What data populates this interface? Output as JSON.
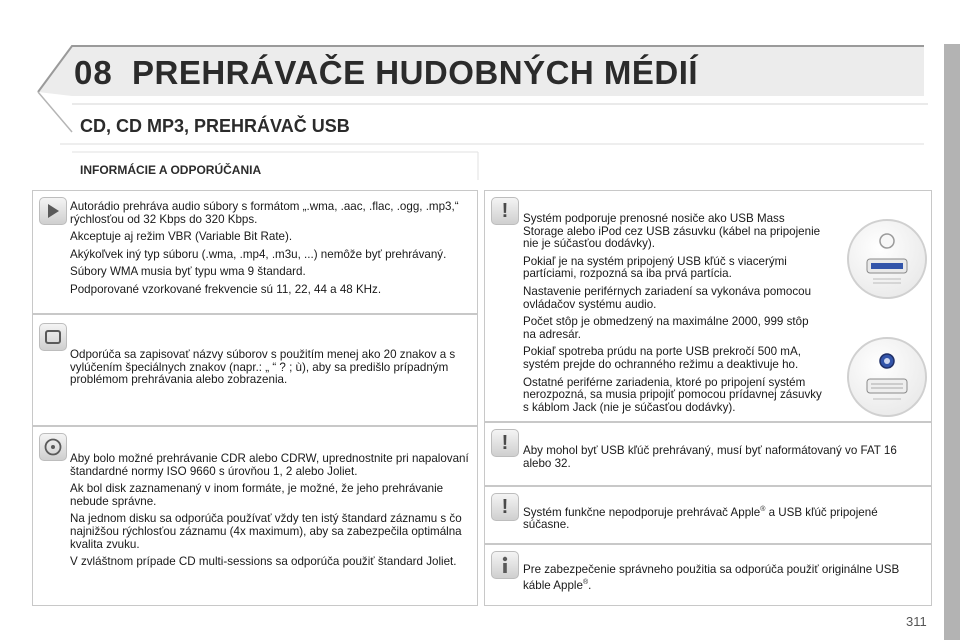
{
  "header": {
    "chapter_number": "08",
    "chapter_title": "PREHRÁVAČE HUDOBNÝCH MÉDIÍ"
  },
  "section_title": "CD, CD MP3, PREHRÁVAČ USB",
  "subsection_title": "INFORMÁCIE A ODPORÚČANIA",
  "left_boxes": [
    {
      "icon": "play-icon",
      "paragraphs": [
        "Autorádio prehráva audio súbory s formátom „.wma, .aac, .flac, .ogg, .mp3,“ rýchlosťou od 32 Kbps do 320 Kbps.",
        "Akceptuje aj režim VBR (Variable Bit Rate).",
        "Akýkoľvek iný typ súboru (.wma, .mp4, .m3u, ...) nemôže byť prehrávaný.",
        "Súbory WMA musia byť typu wma 9 štandard.",
        "Podporované vzorkované frekvencie sú 11, 22, 44 a 48 KHz."
      ]
    },
    {
      "icon": "square-icon",
      "paragraphs": [
        "Odporúča sa zapisovať názvy súborov s použitím menej ako 20 znakov a s vylúčením špeciálnych znakov (napr.: „ “ ? ; ù), aby sa predišlo prípadným problémom prehrávania alebo zobrazenia."
      ]
    },
    {
      "icon": "disc-icon",
      "paragraphs": [
        "Aby bolo možné prehrávanie CDR alebo CDRW, upred­nostnite pri napalovaní štandardné normy ISO 9660 s úrovňou 1, 2 alebo Joliet.",
        "Ak bol disk zaznamenaný v inom formáte, je možné, že jeho prehrávanie nebude správne.",
        "Na jednom disku sa odporúča používať vždy ten istý štandard záznamu s čo najnižšou rýchlosťou záznamu (4x maximum), aby sa zabezpečila optimálna kvalita zvuku.",
        "V zvláštnom prípade CD multi-sessions sa odporúča použiť štandard Joliet."
      ]
    }
  ],
  "right_boxes": [
    {
      "icon": "warning-icon",
      "paragraphs": [
        "Systém podporuje prenosné nosiče ako USB Mass Storage alebo iPod cez USB zásuvku (kábel na pripojenie nie je súčasťou dodávky).",
        "Pokiaľ je na systém pripojený USB kľúč s viacerými partíciami, rozpozná sa iba prvá partícia.",
        "Nastavenie periférnych zariadení sa vykonáva pomocou ovládačov systému audio.",
        "Počet stôp je obmedzený na maximálne 2000, 999 stôp na adresár.",
        "Pokiaľ spotreba prúdu na porte USB prekročí 500 mA, systém prejde do ochranného režimu a deaktivuje ho.",
        "Ostatné periférne zariadenia, ktoré po pripojení systém nerozpozná, sa musia pripojiť pomocou prídavnej zásuvky s káblom Jack (nie je súčasťou dodávky)."
      ]
    },
    {
      "icon": "warning-icon",
      "paragraphs": [
        "Aby mohol byť USB kľúč prehrávaný, musí byť naformátovaný vo FAT 16 alebo 32."
      ]
    },
    {
      "icon": "warning-icon",
      "text_before": "Systém funkčne nepodporuje prehrávač Apple",
      "sup": "®",
      "text_after": " a USB kľúč pripojené súčasne."
    },
    {
      "icon": "info-icon",
      "text_before": "Pre zabezpečenie správneho použitia sa odporúča použiť originálne USB káble Apple",
      "sup": "®",
      "text_after": "."
    }
  ],
  "page_number": "311",
  "colors": {
    "title": "#2b2b2b",
    "border": "#c8c8c8",
    "side_bar": "#b3b3b3",
    "usb_accent": "#3355aa"
  }
}
